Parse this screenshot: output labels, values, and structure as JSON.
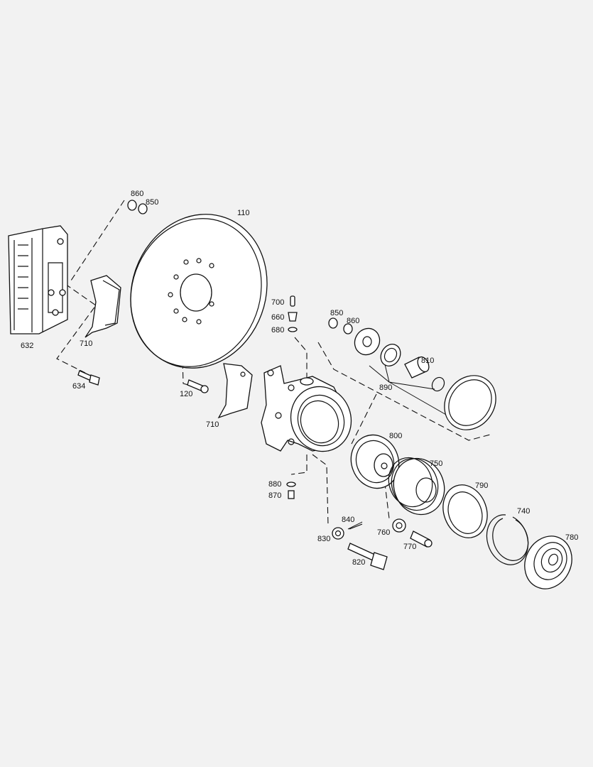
{
  "colors": {
    "background": "#f2f2f2",
    "line": "#111111"
  },
  "labels": {
    "l860a": "860",
    "l850a": "850",
    "l110": "110",
    "l632": "632",
    "l710a": "710",
    "l634": "634",
    "l120": "120",
    "l710b": "710",
    "l700": "700",
    "l660": "660",
    "l680": "680",
    "l850b": "850",
    "l860b": "860",
    "l810": "810",
    "l890": "890",
    "l800": "800",
    "l750": "750",
    "l790": "790",
    "l740": "740",
    "l780": "780",
    "l880": "880",
    "l870": "870",
    "l840": "840",
    "l830": "830",
    "l760": "760",
    "l770": "770",
    "l820": "820"
  }
}
